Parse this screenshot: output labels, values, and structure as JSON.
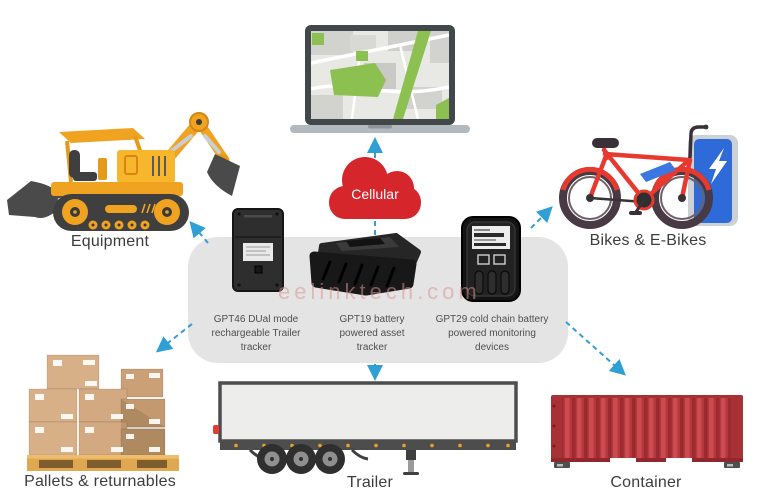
{
  "watermark": {
    "text": "eelinktech.com"
  },
  "cloud": {
    "label": "Cellular"
  },
  "hub": {
    "devices": [
      {
        "name": "GPT46",
        "caption": "GPT46 DUal mode\nrechargeable Trailer\ntracker"
      },
      {
        "name": "GPT19",
        "caption": "GPT19 battery\npowered asset\ntracker"
      },
      {
        "name": "GPT29",
        "caption": "GPT29 cold chain battery\npowered monitoring\ndevices"
      }
    ]
  },
  "assets": {
    "equipment": {
      "label": "Equipment"
    },
    "bikes": {
      "label": "Bikes & E-Bikes"
    },
    "pallets": {
      "label": "Pallets & returnables"
    },
    "trailer": {
      "label": "Trailer"
    },
    "container": {
      "label": "Container"
    }
  },
  "colors": {
    "arrow_blue": "#2f9fd6",
    "cloud_red": "#d5262c",
    "panel_gray": "#e4e4e4",
    "watermark_pink": "#db9494",
    "excavator_yellow": "#f0a221",
    "bike_red": "#e8392f",
    "station_blue": "#2e6bd9",
    "container_red": "#c0393f"
  }
}
